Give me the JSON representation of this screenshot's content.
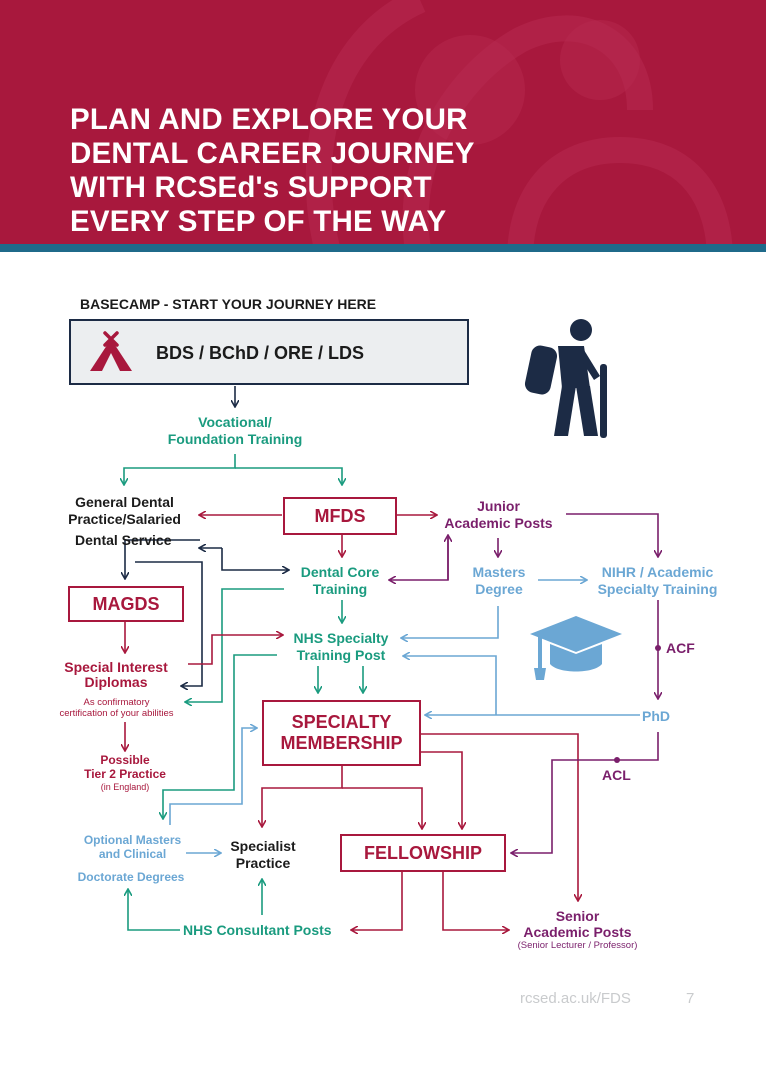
{
  "header": {
    "lines": [
      "PLAN AND EXPLORE YOUR",
      "DENTAL CAREER JOURNEY",
      "WITH RCSEd's SUPPORT",
      "EVERY STEP OF THE WAY"
    ]
  },
  "basecamp": {
    "label": "BASECAMP - START YOUR JOURNEY HERE",
    "degrees": "BDS / BChD / ORE / LDS",
    "tent_icon": "tent-icon",
    "hiker_icon": "hiker-icon"
  },
  "nodes": {
    "vocational": [
      "Vocational/",
      "Foundation Training"
    ],
    "gdp": [
      "General Dental",
      "Practice/Salaried"
    ],
    "dental_service": "Dental Service",
    "mfds": "MFDS",
    "junior_academic": [
      "Junior",
      "Academic Posts"
    ],
    "dental_core": [
      "Dental Core",
      "Training"
    ],
    "masters_degree": [
      "Masters",
      "Degree"
    ],
    "nihr": [
      "NIHR / Academic",
      "Specialty Training"
    ],
    "magds": "MAGDS",
    "nhs_specialty": [
      "NHS Specialty",
      "Training Post"
    ],
    "acf": "ACF",
    "special_interest": [
      "Special Interest",
      "Diplomas"
    ],
    "special_interest_note": [
      "As confirmatory",
      "certification of your abilities"
    ],
    "phd": "PhD",
    "specialty_membership": [
      "SPECIALTY",
      "MEMBERSHIP"
    ],
    "acl": "ACL",
    "tier2": [
      "Possible",
      "Tier 2 Practice"
    ],
    "tier2_note": "(in England)",
    "optional_masters": [
      "Optional Masters",
      "and Clinical"
    ],
    "doctorate": "Doctorate Degrees",
    "specialist_practice": [
      "Specialist",
      "Practice"
    ],
    "fellowship": "FELLOWSHIP",
    "nhs_consultant": "NHS Consultant Posts",
    "senior_academic": [
      "Senior",
      "Academic Posts"
    ],
    "senior_academic_note": "(Senior Lecturer / Professor)",
    "graduation_icon": "graduation-cap-icon"
  },
  "footer": {
    "url": "rcsed.ac.uk/FDS",
    "page": "7"
  },
  "colors": {
    "brand_red": "#a8183d",
    "teal_bar": "#1f6a8a",
    "green": "#1a9b7f",
    "purple": "#7a1f6b",
    "light_blue": "#6ba7d4",
    "navy": "#1c2b45"
  }
}
